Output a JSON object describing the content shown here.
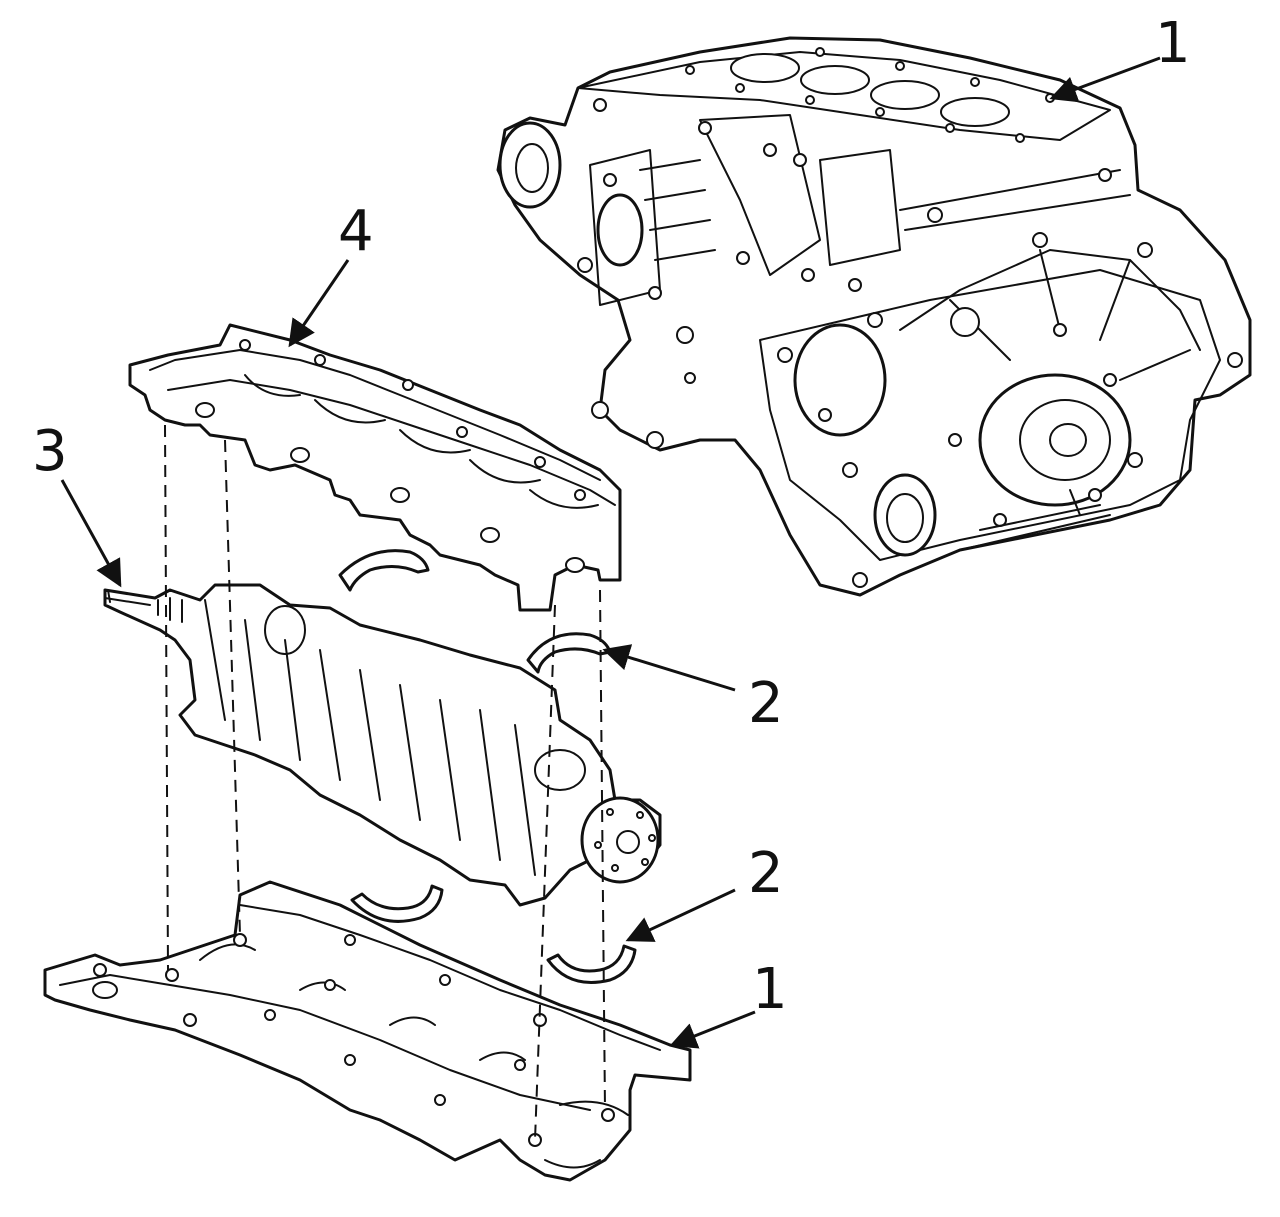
{
  "callouts": {
    "block_top": "1",
    "bearing_upper": "2",
    "bearing_lower": "2",
    "crankshaft": "3",
    "bearing_cap_frame": "4",
    "block_bottom": "1"
  },
  "line_color": "#111111",
  "background_color": "#ffffff"
}
